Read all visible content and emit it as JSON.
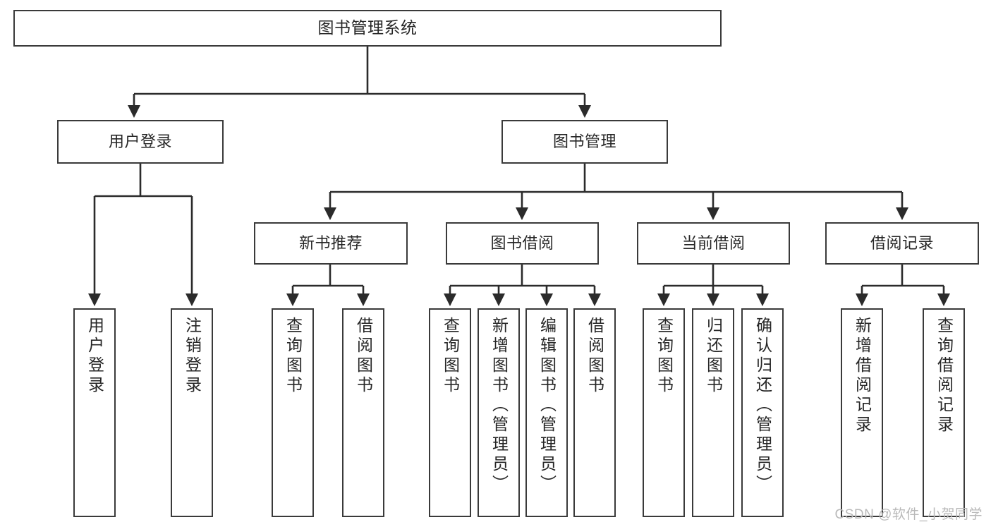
{
  "diagram": {
    "type": "tree-hierarchy",
    "title": "图书管理系统",
    "watermark": "CSDN @软件_小贺同学",
    "colors": {
      "box_border": "#3a3a3a",
      "box_fill": "#ffffff",
      "connector": "#2b2b2b",
      "text": "#262626",
      "watermark": "#b9b9b9",
      "background": "#ffffff"
    },
    "nodes": {
      "root": {
        "label": "图书管理系统"
      },
      "level1": [
        {
          "id": "user-login",
          "label": "用户登录"
        },
        {
          "id": "book-management",
          "label": "图书管理"
        }
      ],
      "level2": [
        {
          "id": "new-book-recommend",
          "label": "新书推荐"
        },
        {
          "id": "book-borrow",
          "label": "图书借阅"
        },
        {
          "id": "current-borrow",
          "label": "当前借阅"
        },
        {
          "id": "borrow-record",
          "label": "借阅记录"
        }
      ],
      "leaves": {
        "user_login": [
          {
            "id": "leaf-user-login",
            "label": "用户登录"
          },
          {
            "id": "leaf-logout-login",
            "label": "注销登录"
          }
        ],
        "new_book_recommend": [
          {
            "id": "leaf-query-book-1",
            "label": "查询图书"
          },
          {
            "id": "leaf-borrow-book-1",
            "label": "借阅图书"
          }
        ],
        "book_borrow": [
          {
            "id": "leaf-query-book-2",
            "label": "查询图书"
          },
          {
            "id": "leaf-add-book-admin",
            "label": "新增图书（管理员）"
          },
          {
            "id": "leaf-edit-book-admin",
            "label": "编辑图书（管理员）"
          },
          {
            "id": "leaf-borrow-book-2",
            "label": "借阅图书"
          }
        ],
        "current_borrow": [
          {
            "id": "leaf-query-book-3",
            "label": "查询图书"
          },
          {
            "id": "leaf-return-book",
            "label": "归还图书"
          },
          {
            "id": "leaf-confirm-return-admin",
            "label": "确认归还（管理员）"
          }
        ],
        "borrow_record": [
          {
            "id": "leaf-add-borrow-record",
            "label": "新增借阅记录"
          },
          {
            "id": "leaf-query-borrow-record",
            "label": "查询借阅记录"
          }
        ]
      }
    }
  }
}
